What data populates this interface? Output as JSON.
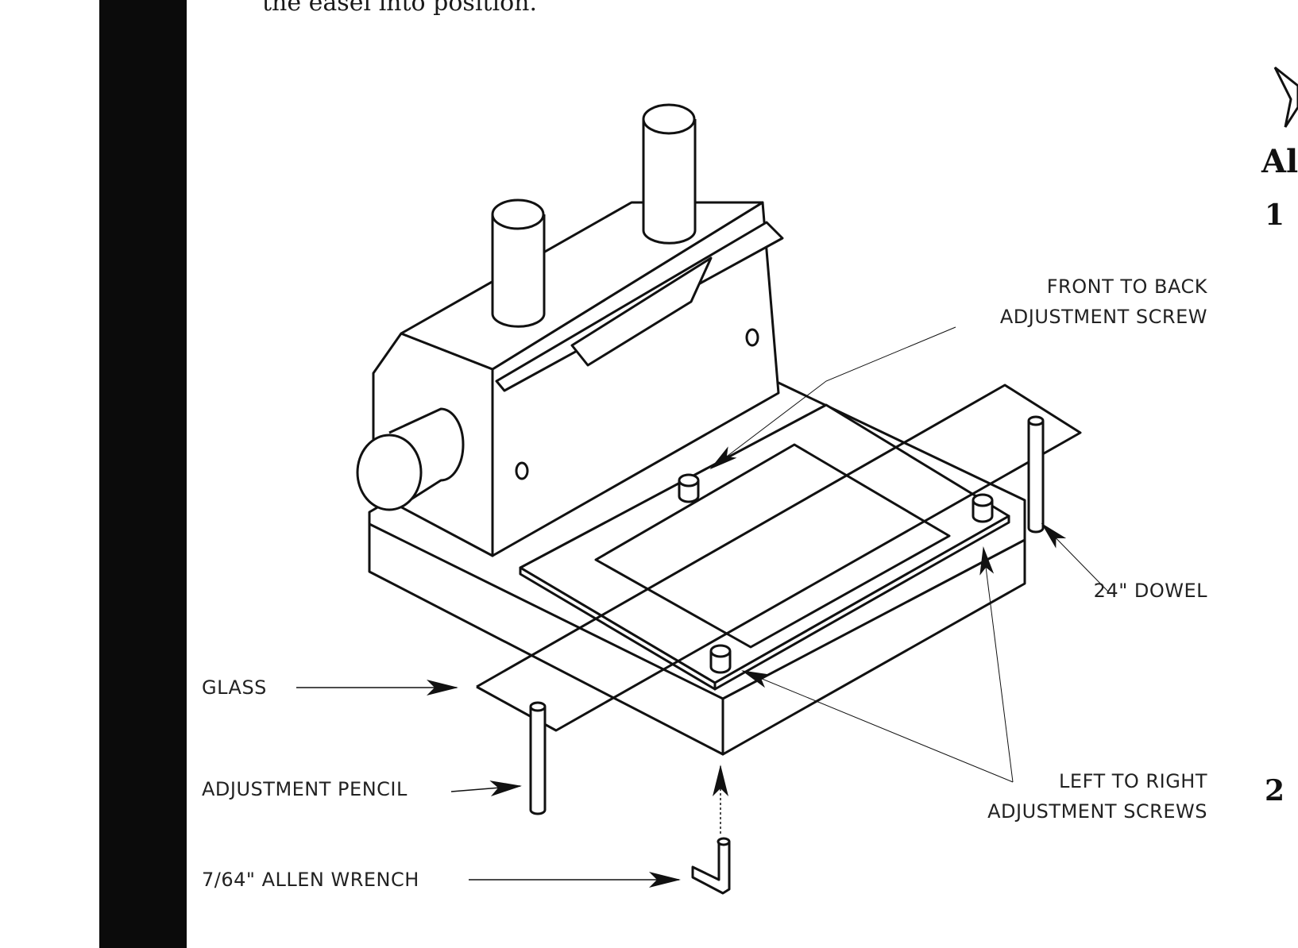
{
  "header_text": "the easel into position.",
  "side": {
    "heading": "Al",
    "steps": [
      "1",
      "2"
    ]
  },
  "labels": {
    "front_to_back_line1": "FRONT TO BACK",
    "front_to_back_line2": "ADJUSTMENT SCREW",
    "dowel": "24\" DOWEL",
    "glass": "GLASS",
    "pencil": "ADJUSTMENT PENCIL",
    "left_right_line1": "LEFT TO RIGHT",
    "left_right_line2": "ADJUSTMENT SCREWS",
    "allen_wrench": "7/64\" ALLEN WRENCH"
  },
  "colors": {
    "ink": "#111111",
    "bar": "#0b0b0b",
    "paper": "#ffffff"
  }
}
